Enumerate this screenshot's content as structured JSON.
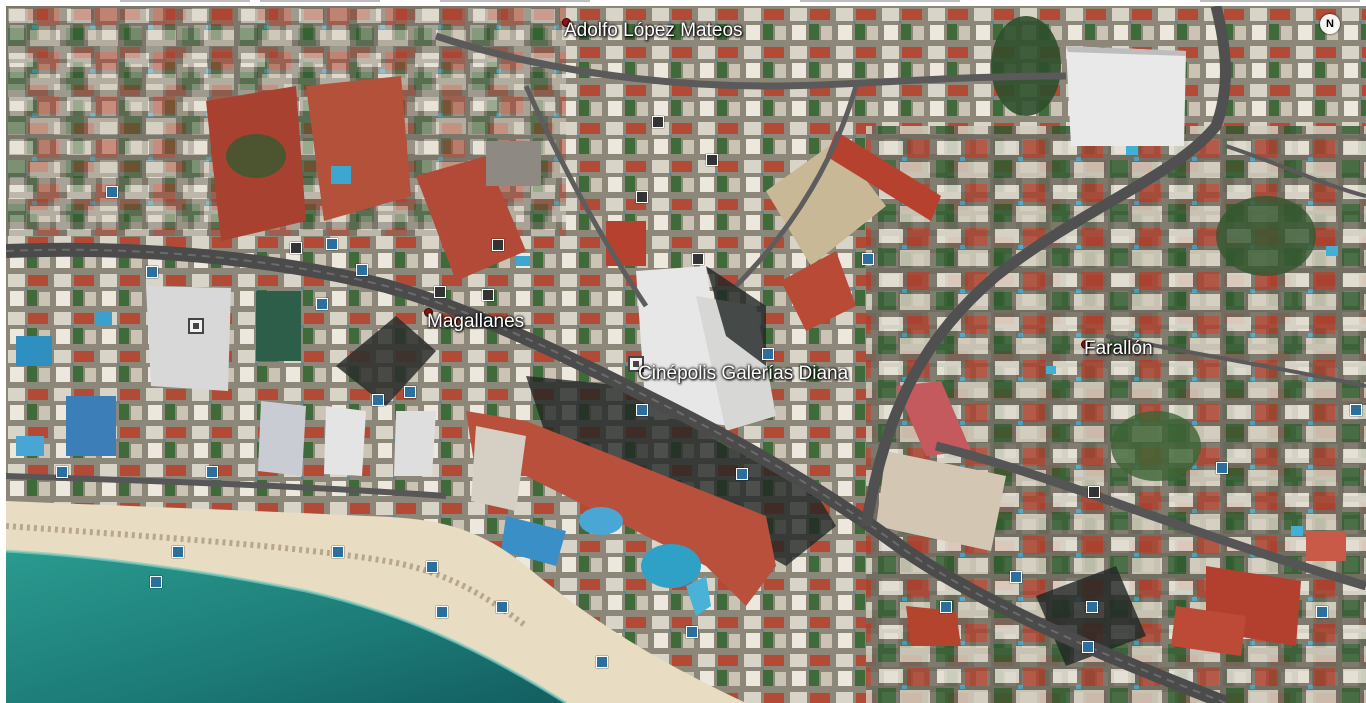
{
  "map": {
    "view": "satellite",
    "labels": [
      {
        "id": "adolfo",
        "text": "Adolfo López Mateos"
      },
      {
        "id": "magallanes",
        "text": "Magallanes"
      },
      {
        "id": "cinepolis",
        "text": "Cinépolis Galerías Diana"
      },
      {
        "id": "farallon",
        "text": "Farallón"
      }
    ],
    "compass": "N",
    "colors": {
      "ocean": "#1f7e7a",
      "sand": "#e6d9bf",
      "road": "#4f4f4f",
      "roof_red": "#b94c3a",
      "poi": "#2a6f9e"
    }
  }
}
